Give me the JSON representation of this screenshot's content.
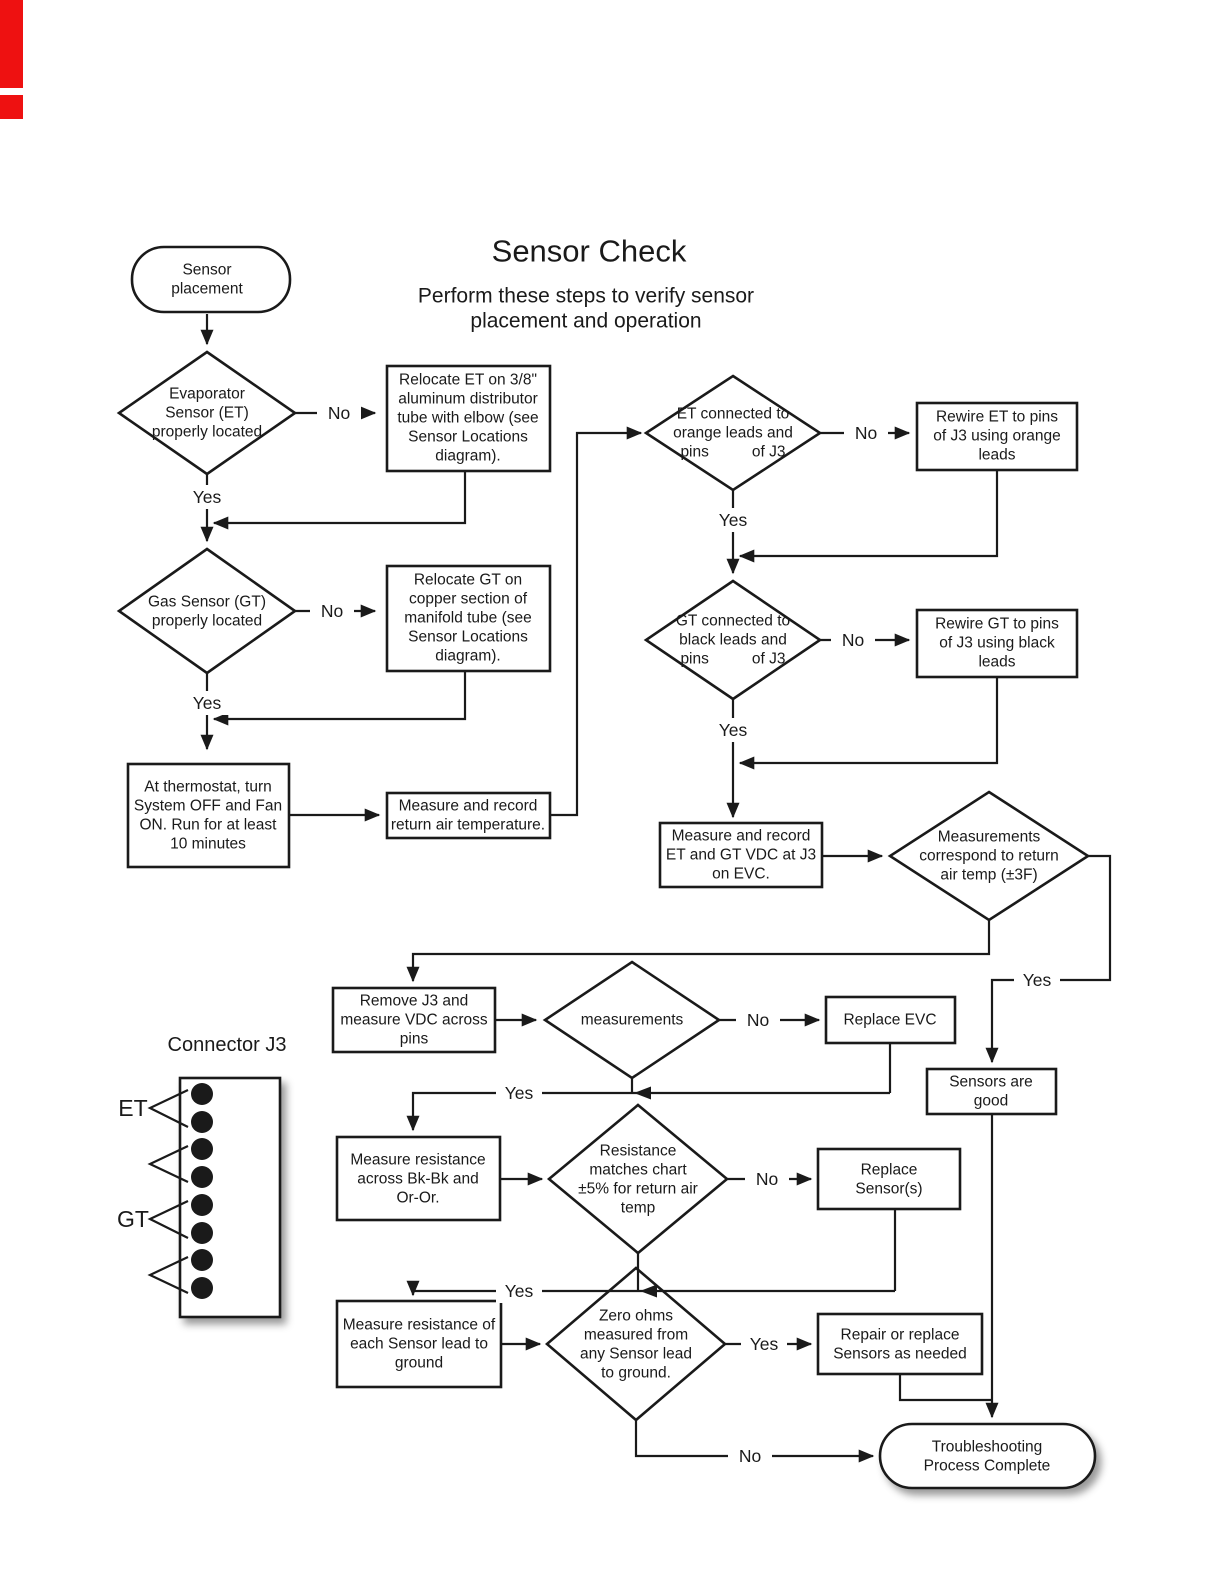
{
  "page": {
    "title": "Sensor Check",
    "subtitle_line1": "Perform these steps to verify sensor",
    "subtitle_line2": "placement and operation"
  },
  "labels": {
    "yes": "Yes",
    "no": "No"
  },
  "nodes": {
    "start": {
      "lines": [
        "Sensor",
        "placement"
      ]
    },
    "et_located": {
      "lines": [
        "Evaporator",
        "Sensor (ET)",
        "properly located"
      ]
    },
    "relocate_et": {
      "lines": [
        "Relocate ET on 3/8\"",
        "aluminum distributor",
        "tube with elbow (see",
        "Sensor Locations",
        "diagram)."
      ]
    },
    "et_connected": {
      "lines": [
        "ET connected to",
        "orange leads and",
        "pins          of J3"
      ]
    },
    "rewire_et": {
      "lines": [
        "Rewire ET to pins",
        "of J3 using orange",
        "leads"
      ]
    },
    "gt_located": {
      "lines": [
        "Gas Sensor (GT)",
        "properly located"
      ]
    },
    "relocate_gt": {
      "lines": [
        "Relocate GT on",
        "copper section of",
        "manifold tube (see",
        "Sensor Locations",
        "diagram)."
      ]
    },
    "gt_connected": {
      "lines": [
        "GT connected to",
        "black leads and",
        "pins          of J3"
      ]
    },
    "rewire_gt": {
      "lines": [
        "Rewire GT to pins",
        "of J3 using black",
        "leads"
      ]
    },
    "thermostat": {
      "lines": [
        "At thermostat, turn",
        "System OFF and Fan",
        "ON. Run for at least",
        "10 minutes"
      ]
    },
    "measure_return_air": {
      "lines": [
        "Measure and record",
        "return air temperature."
      ]
    },
    "measure_vdc_evc": {
      "lines": [
        "Measure and record",
        "ET and GT VDC at J3",
        "on EVC."
      ]
    },
    "measurements_correspond": {
      "lines": [
        "Measurements",
        "correspond to return",
        "air temp (±3F)"
      ]
    },
    "remove_j3": {
      "lines": [
        "Remove J3 and",
        "measure VDC across",
        "pins"
      ]
    },
    "measurements": {
      "lines": [
        "measurements"
      ]
    },
    "replace_evc": {
      "lines": [
        "Replace EVC"
      ]
    },
    "sensors_good": {
      "lines": [
        "Sensors are",
        "good"
      ]
    },
    "measure_resistance": {
      "lines": [
        "Measure resistance",
        "across Bk-Bk and",
        "Or-Or."
      ]
    },
    "resistance_matches": {
      "lines": [
        "Resistance",
        "matches chart",
        "±5% for return air",
        "temp"
      ]
    },
    "replace_sensors": {
      "lines": [
        "Replace",
        "Sensor(s)"
      ]
    },
    "measure_ground": {
      "lines": [
        "Measure resistance of",
        "each Sensor lead to",
        "ground"
      ]
    },
    "zero_ohms": {
      "lines": [
        "Zero ohms",
        "measured from",
        "any Sensor lead",
        "to ground."
      ]
    },
    "repair_sensors": {
      "lines": [
        "Repair or replace",
        "Sensors as needed"
      ]
    },
    "complete": {
      "lines": [
        "Troubleshooting",
        "Process Complete"
      ]
    }
  },
  "connector": {
    "title": "Connector J3",
    "label_et": "ET",
    "label_gt": "GT",
    "pin_count": "8"
  },
  "colors": {
    "line": "#1a1a1a",
    "red_mark": "#ee1111",
    "background": "#ffffff"
  }
}
